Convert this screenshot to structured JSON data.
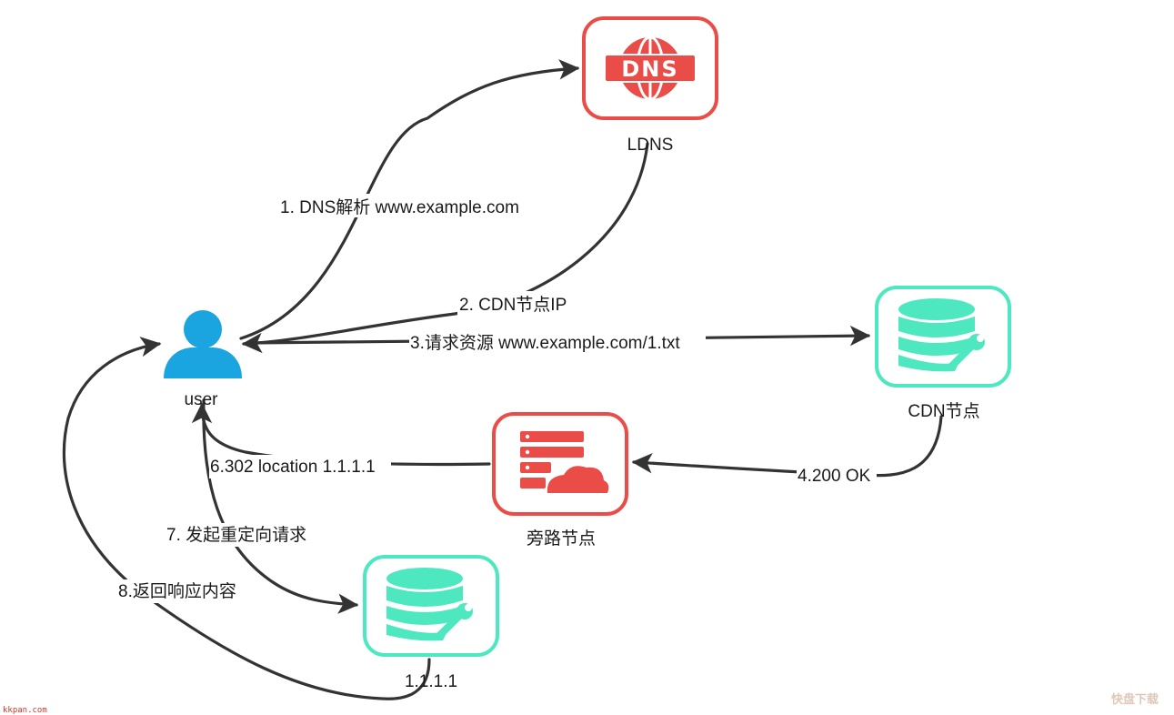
{
  "nodes": {
    "ldns": {
      "label": "LDNS",
      "icon": "dns-globe-icon",
      "text": "DNS"
    },
    "user": {
      "label": "user",
      "icon": "user-icon"
    },
    "cdn": {
      "label": "CDN节点",
      "icon": "database-wrench-icon"
    },
    "bypass": {
      "label": "旁路节点",
      "icon": "server-cloud-icon"
    },
    "ip": {
      "label": "1.1.1.1",
      "icon": "database-wrench-icon"
    }
  },
  "edges": [
    {
      "label": "1. DNS解析 www.example.com"
    },
    {
      "label": "2. CDN节点IP"
    },
    {
      "label": "3.请求资源 www.example.com/1.txt"
    },
    {
      "label": "4.200 OK"
    },
    {
      "label": "6.302 location 1.1.1.1"
    },
    {
      "label": "7. 发起重定向请求"
    },
    {
      "label": "8.返回响应内容"
    }
  ],
  "watermarks": {
    "left": "kkpan.com",
    "right": "快盘下载"
  },
  "colors": {
    "red": "#ea4d47",
    "teal": "#4de8bf",
    "blue": "#1aa5e0",
    "edge": "#333333"
  }
}
